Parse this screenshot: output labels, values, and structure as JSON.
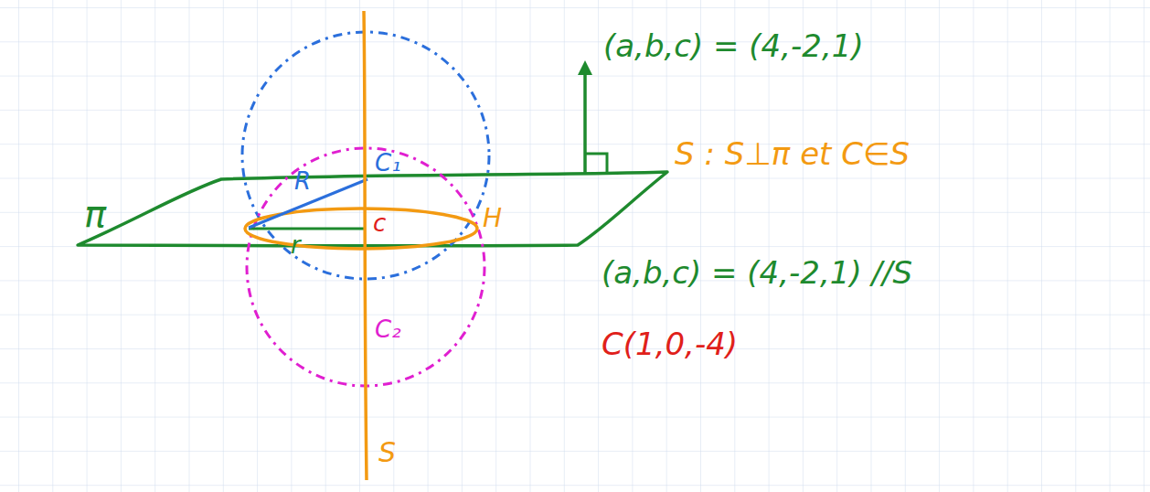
{
  "diagram": {
    "labels": [
      "π",
      "R",
      "C₁",
      "c",
      "r",
      "H",
      "C₂",
      "S",
      "(a,b,c) = (4,-2,1)",
      "S : S⊥π et C∈S",
      "(a,b,c) = (4,-2,1) //S",
      "C(1,0,-4)"
    ]
  }
}
